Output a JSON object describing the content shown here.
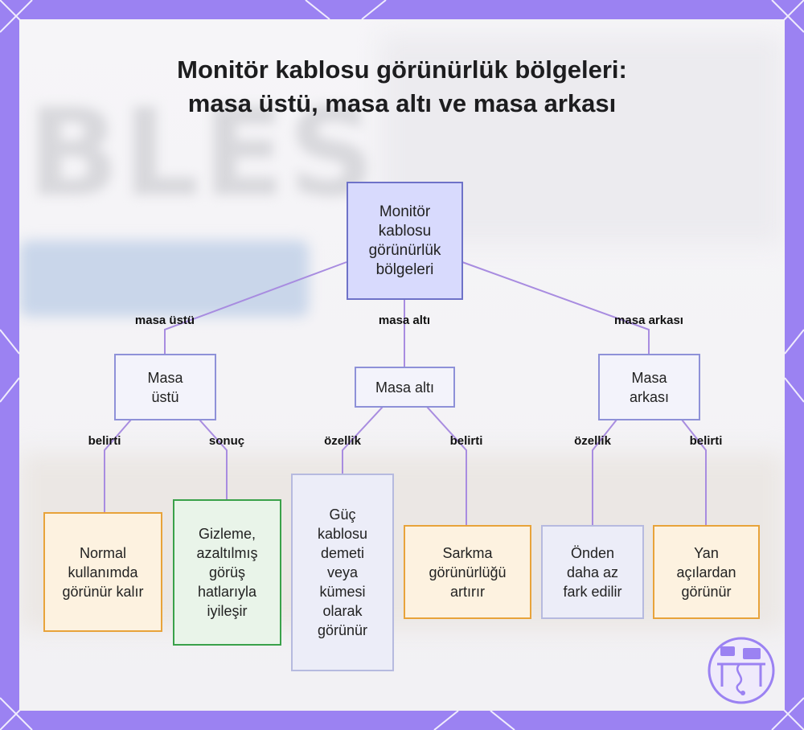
{
  "title": "Monitör kablosu görünürlük bölgeleri: masa üstü, masa altı ve masa arkası",
  "colors": {
    "frame": "#9b82f2",
    "root_fill": "#d8dafd",
    "root_border": "#6e72c8",
    "mid_border": "#8e91d8",
    "orange_border": "#e8a33a",
    "green_border": "#3aa14a",
    "lavender_border": "#b6badf",
    "edge": "#a88ce0"
  },
  "nodes": {
    "root": "Monitör kablosu görünürlük bölgeleri",
    "masa_ustu": "Masa üstü",
    "masa_alti": "Masa altı",
    "masa_arkasi": "Masa arkası",
    "normal": "Normal kullanımda görünür kalır",
    "gizleme": "Gizleme, azaltılmış görüş hatlarıyla iyileşir",
    "guc": "Güç kablosu demeti veya kümesi olarak görünür",
    "sarkma": "Sarkma görünürlüğü artırır",
    "onden": "Önden daha az fark edilir",
    "yan": "Yan açılardan görünür"
  },
  "edge_labels": {
    "masa_ustu": "masa üstü",
    "masa_alti": "masa altı",
    "masa_arkasi": "masa arkası",
    "belirti_1": "belirti",
    "sonuc": "sonuç",
    "ozellik_1": "özellik",
    "belirti_2": "belirti",
    "ozellik_2": "özellik",
    "belirti_3": "belirti"
  },
  "icons": {
    "logo": "desk-computer-icon"
  }
}
